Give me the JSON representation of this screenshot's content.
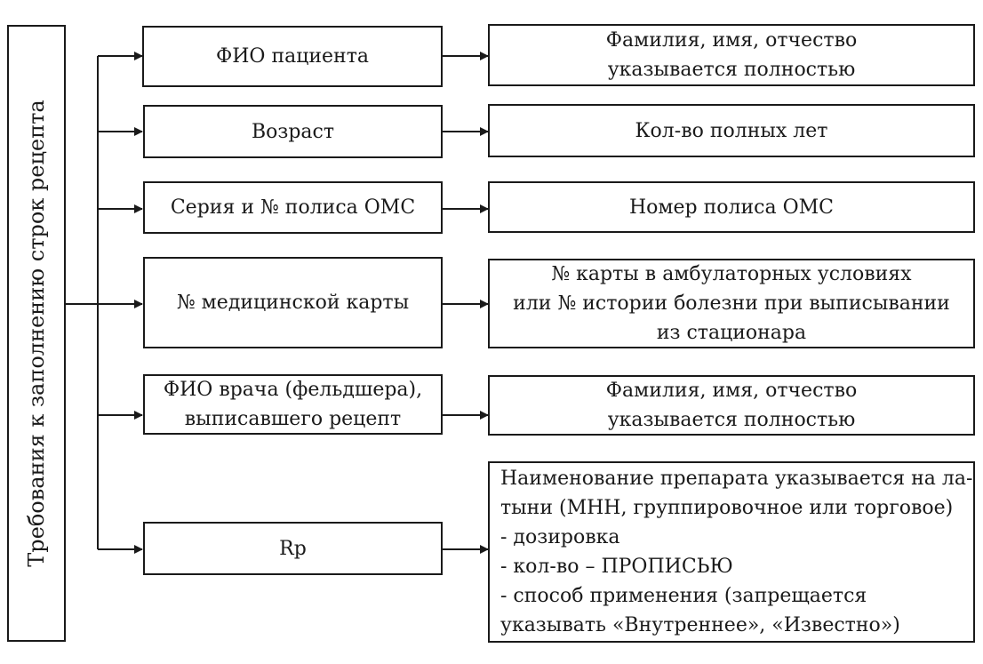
{
  "root": {
    "label": "Требования к заполнению строк рецепта"
  },
  "rows": [
    {
      "field": [
        "ФИО пациента"
      ],
      "rule": [
        "Фамилия, имя, отчество",
        "указывается полностью"
      ]
    },
    {
      "field": [
        "Возраст"
      ],
      "rule": [
        "Кол-во полных лет"
      ]
    },
    {
      "field": [
        "Серия и № полиса ОМС"
      ],
      "rule": [
        "Номер полиса ОМС"
      ]
    },
    {
      "field": [
        "№ медицинской карты"
      ],
      "rule": [
        "№ карты в амбулаторных условиях",
        "или № истории болезни при выписывании",
        "из стационара"
      ]
    },
    {
      "field": [
        "ФИО врача (фельдшера),",
        "выписавшего рецепт"
      ],
      "rule": [
        "Фамилия, имя, отчество",
        "указывается полностью"
      ]
    },
    {
      "field": [
        "Rp"
      ],
      "rule": [
        "Наименование препарата указывается на ла-",
        "тыни (МНН, группировочное или торговое)",
        "- дозировка",
        "- кол-во – ПРОПИСЬЮ",
        "- способ применения (запрещается",
        "указывать «Внутреннее», «Известно»)"
      ]
    }
  ]
}
